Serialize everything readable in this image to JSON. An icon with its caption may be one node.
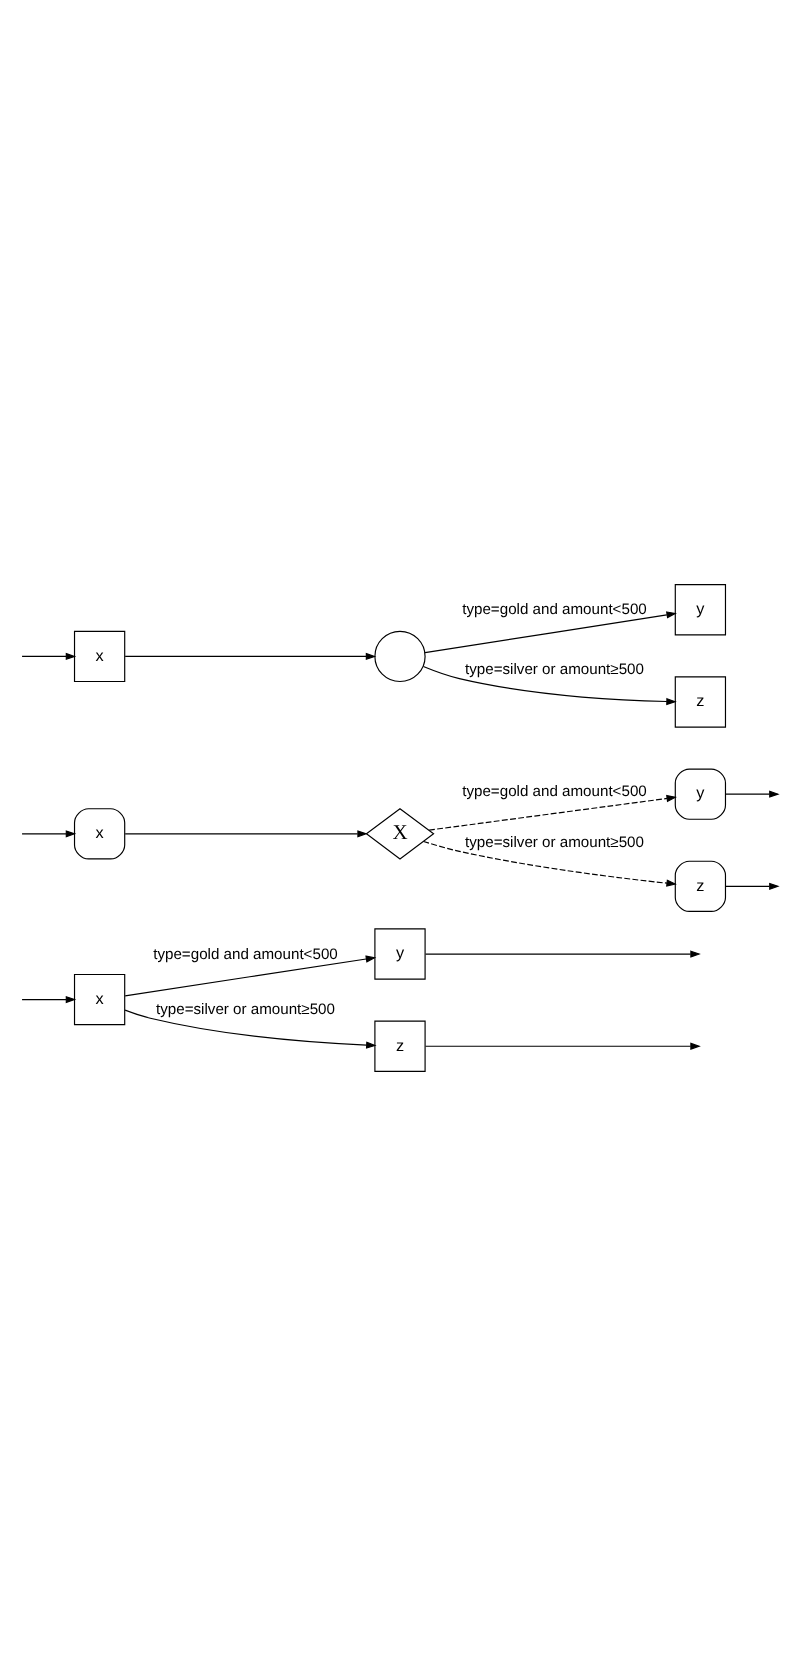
{
  "diagram": {
    "nodes": [
      {
        "text": [
          "x"
        ]
      },
      {
        "text": [
          "y"
        ]
      },
      {
        "text": [
          "z"
        ]
      },
      {
        "text": [
          "x"
        ]
      },
      {
        "text": [
          "X"
        ]
      },
      {
        "text": [
          "y"
        ]
      },
      {
        "text": [
          "z"
        ]
      },
      {
        "text": [
          "x"
        ]
      },
      {
        "text": [],
        "shape": "circle"
      },
      {
        "text": [
          "y"
        ]
      },
      {
        "text": [
          "z"
        ]
      }
    ],
    "edges": [
      {
        "from": null,
        "to": 0,
        "arrow": "to"
      },
      {
        "from": 0,
        "to": 1,
        "arrow": "to",
        "label": "type=gold and amount<500"
      },
      {
        "from": 0,
        "to": 2,
        "arrow": "to",
        "label": "type=silver or amount≥500"
      },
      {
        "from": 1,
        "to": null,
        "arrow": "to"
      },
      {
        "from": 2,
        "to": null,
        "arrow": "to"
      },
      {
        "from": null,
        "to": 3,
        "arrow": "to"
      },
      {
        "from": 3,
        "to": 4,
        "arrow": "to"
      },
      {
        "from": 4,
        "to": 5,
        "arrow": "to",
        "style": "dashed",
        "label": "type=gold and amount<500"
      },
      {
        "from": 4,
        "to": 6,
        "arrow": "to",
        "style": "dashed",
        "label": "type=silver or amount≥500"
      },
      {
        "from": 5,
        "to": null,
        "arrow": "to"
      },
      {
        "from": 6,
        "to": null,
        "arrow": "to"
      },
      {
        "from": null,
        "to": 7,
        "arrow": "to"
      },
      {
        "from": 7,
        "to": 8,
        "arrow": "to"
      },
      {
        "from": 8,
        "to": 9,
        "arrow": "to",
        "label": "type=gold and amount<500"
      },
      {
        "from": 8,
        "to": 10,
        "arrow": "to",
        "label": "type=silver or amount≥500"
      }
    ]
  }
}
